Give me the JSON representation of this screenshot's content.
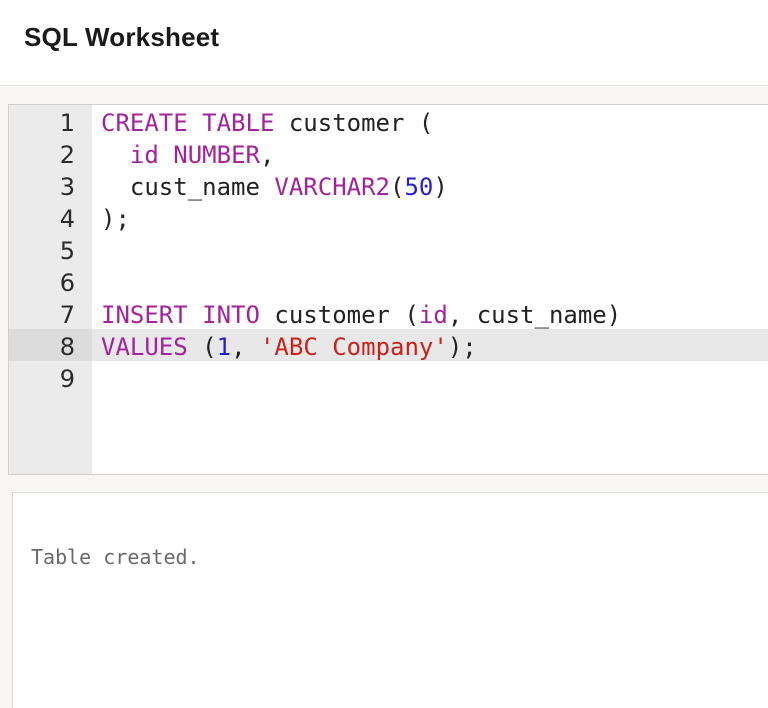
{
  "header": {
    "title": "SQL Worksheet"
  },
  "editor": {
    "line_numbers": [
      "1",
      "2",
      "3",
      "4",
      "5",
      "6",
      "7",
      "8",
      "9"
    ],
    "active_line": 8,
    "lines": [
      [
        {
          "t": "CREATE",
          "k": "kw"
        },
        {
          "t": " ",
          "k": "plain"
        },
        {
          "t": "TABLE",
          "k": "kw"
        },
        {
          "t": " customer (",
          "k": "plain"
        }
      ],
      [
        {
          "t": "  ",
          "k": "plain"
        },
        {
          "t": "id",
          "k": "kw"
        },
        {
          "t": " ",
          "k": "plain"
        },
        {
          "t": "NUMBER",
          "k": "kw"
        },
        {
          "t": ",",
          "k": "plain"
        }
      ],
      [
        {
          "t": "  cust_name ",
          "k": "plain"
        },
        {
          "t": "VARCHAR2",
          "k": "kw"
        },
        {
          "t": "(",
          "k": "plain"
        },
        {
          "t": "50",
          "k": "num"
        },
        {
          "t": ")",
          "k": "plain"
        }
      ],
      [
        {
          "t": ");",
          "k": "plain"
        }
      ],
      [],
      [],
      [
        {
          "t": "INSERT",
          "k": "kw"
        },
        {
          "t": " ",
          "k": "plain"
        },
        {
          "t": "INTO",
          "k": "kw"
        },
        {
          "t": " customer (",
          "k": "plain"
        },
        {
          "t": "id",
          "k": "kw"
        },
        {
          "t": ", cust_name)",
          "k": "plain"
        }
      ],
      [
        {
          "t": "VALUES",
          "k": "kw"
        },
        {
          "t": " (",
          "k": "plain"
        },
        {
          "t": "1",
          "k": "num"
        },
        {
          "t": ", ",
          "k": "plain"
        },
        {
          "t": "'ABC Company'",
          "k": "str"
        },
        {
          "t": ");",
          "k": "plain"
        }
      ],
      []
    ]
  },
  "output": {
    "text": "Table created."
  },
  "colors": {
    "keyword": "#a1249b",
    "number": "#2a1fc6",
    "string": "#c7221c"
  }
}
